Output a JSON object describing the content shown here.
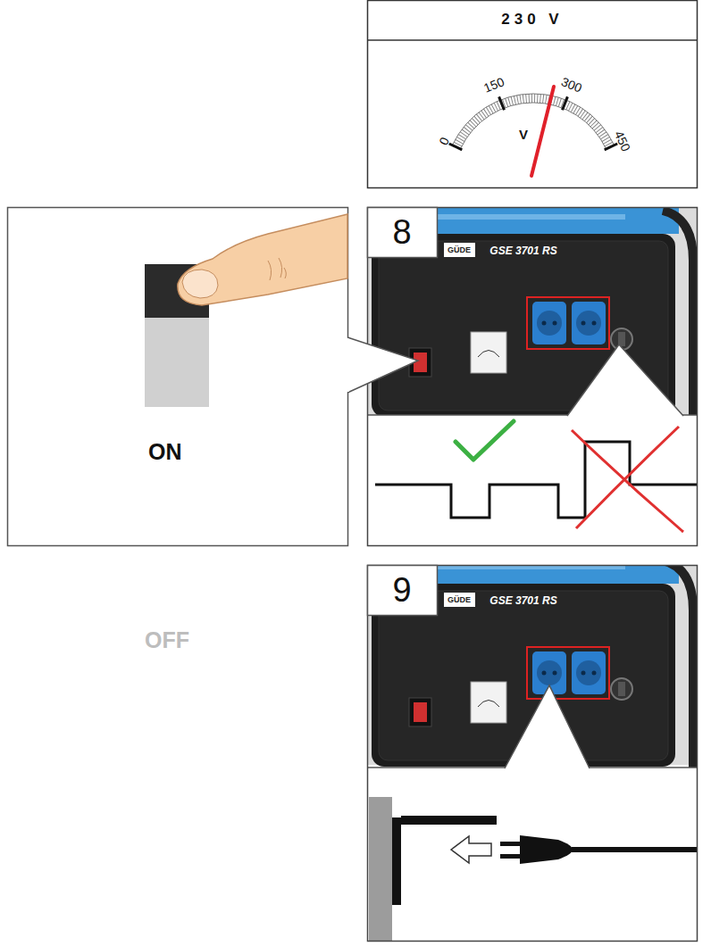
{
  "diagram": {
    "nodes": [
      {
        "text": [
          "230 V"
        ]
      },
      {
        "text": [
          "ON",
          "OFF"
        ]
      },
      {
        "text": [
          "8"
        ]
      },
      {
        "text": [
          "9"
        ]
      }
    ],
    "labels": [
      "0",
      "150",
      "300",
      "450",
      "V",
      "GÜDE",
      "GSE 3701 RS",
      "GÜDE",
      "GSE 3701 RS"
    ]
  }
}
